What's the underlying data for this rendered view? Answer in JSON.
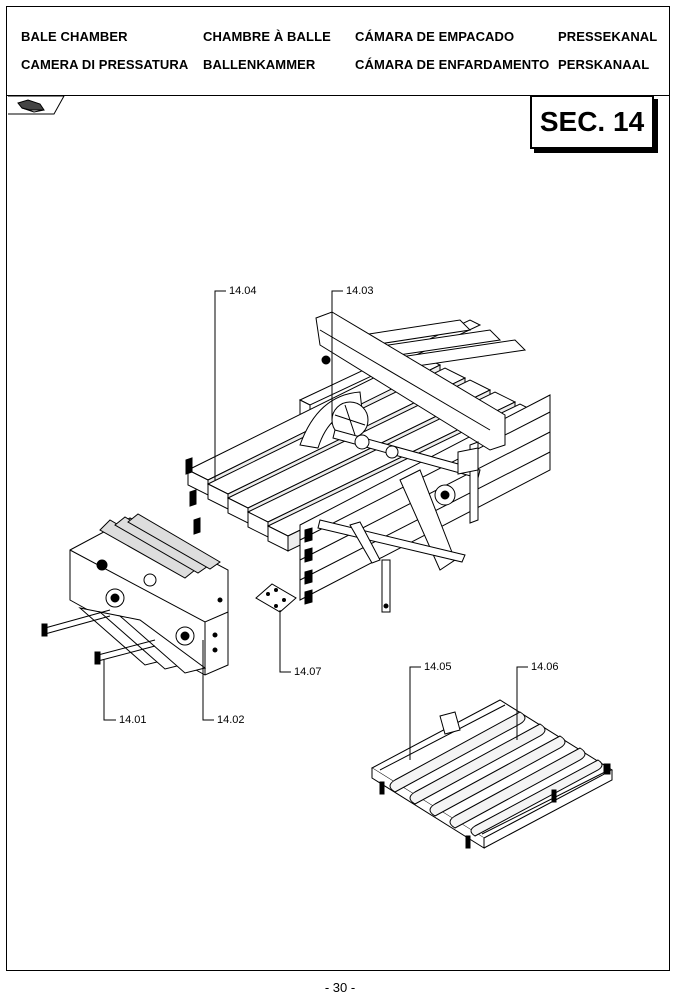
{
  "header": {
    "row1": [
      "BALE CHAMBER",
      "CHAMBRE À BALLE",
      "CÁMARA DE EMPACADO",
      "PRESSEKANAL"
    ],
    "row2": [
      "CAMERA DI PRESSATURA",
      "BALLENKAMMER",
      "CÁMARA DE ENFARDAMENTO",
      "PERSKANAAL"
    ]
  },
  "section": "SEC. 14",
  "callouts": {
    "c1401": "14.01",
    "c1402": "14.02",
    "c1403": "14.03",
    "c1404": "14.04",
    "c1405": "14.05",
    "c1406": "14.06",
    "c1407": "14.07"
  },
  "footer": {
    "page": "- 30 -"
  }
}
